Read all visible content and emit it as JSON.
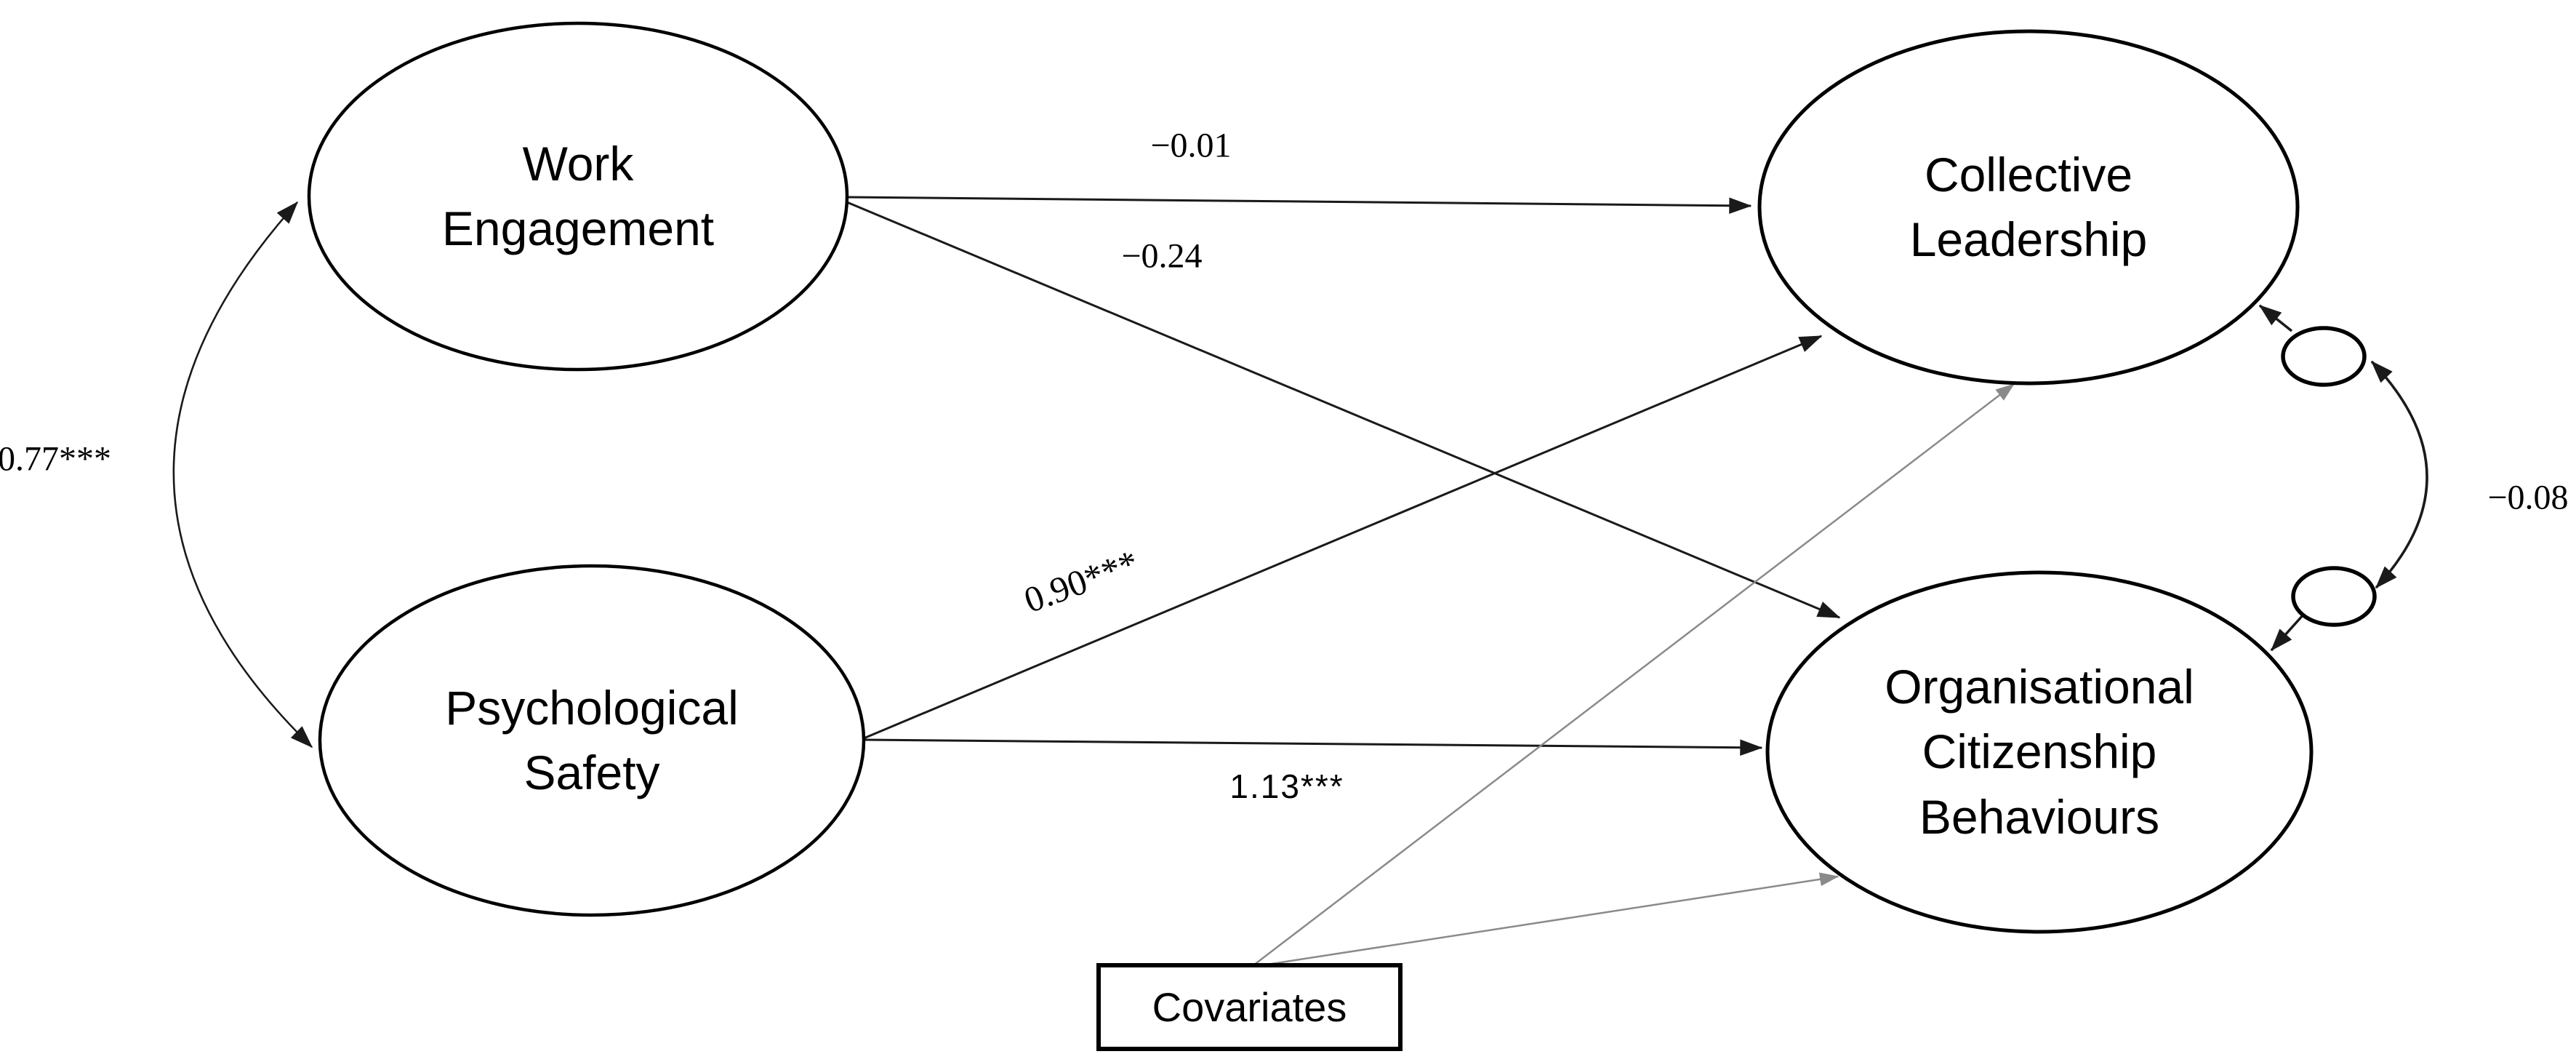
{
  "diagram": {
    "type": "structural-equation-model-path-diagram",
    "nodes": {
      "work_engagement": "Work\nEngagement",
      "psychological_safety": "Psychological\nSafety",
      "collective_leadership": "Collective\nLeadership",
      "organisational_citizenship_behaviours": "Organisational\nCitizenship\nBehaviours",
      "covariates": "Covariates"
    },
    "coefficients": {
      "we_to_cl": "−0.01",
      "we_to_ocb": "−0.24",
      "ps_to_cl": "0.90***",
      "ps_to_ocb": "1.13***",
      "we_ps_covariance": "0.77***",
      "error_covariance": "−0.08"
    },
    "colors": {
      "node_stroke": "#000000",
      "path_stroke": "#1a1a1a",
      "covariate_path_stroke": "#8a8a8a",
      "background": "#ffffff"
    }
  }
}
